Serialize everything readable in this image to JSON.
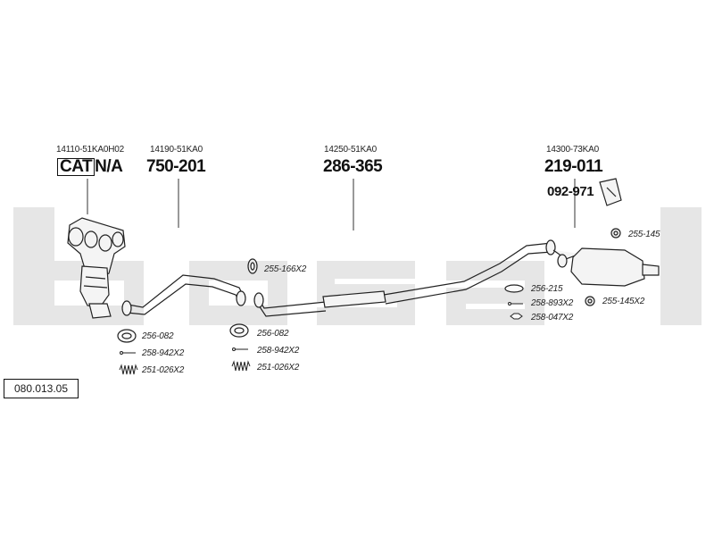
{
  "diagram": {
    "watermark": "bosal",
    "reference_number": "080.013.05",
    "catalytic_converter": {
      "oem": "14110-51KA0H02",
      "cat_label": "CAT",
      "part_label": "N/A"
    },
    "front_pipe": {
      "oem": "14190-51KA0",
      "part_number": "750-201"
    },
    "center_silencer": {
      "oem": "14250-51KA0",
      "part_number": "286-365"
    },
    "rear_silencer": {
      "oem": "14300-73KA0",
      "part_number": "219-011",
      "hanger_part": "092-971"
    },
    "accessories": {
      "gasket_front": "256-082",
      "bolt_front": "258-942X2",
      "spring_front": "251-026X2",
      "rubber_mount_front": "255-166X2",
      "gasket_mid": "256-082",
      "bolt_mid": "258-942X2",
      "spring_mid": "251-026X2",
      "gasket_rear": "256-215",
      "bolt_rear": "258-893X2",
      "nut_rear": "258-047X2",
      "rubber_mount_rear_top": "255-145",
      "rubber_mount_rear": "255-145X2"
    }
  }
}
